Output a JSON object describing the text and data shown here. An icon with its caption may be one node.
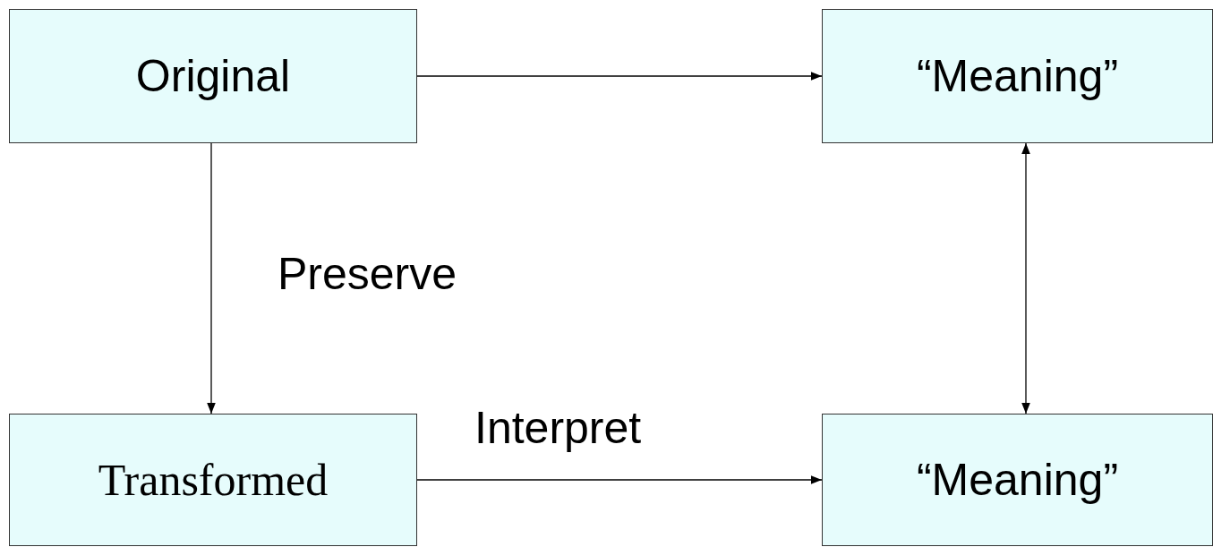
{
  "diagram": {
    "nodes": [
      {
        "text": [
          "Original"
        ]
      },
      {
        "text": [
          "“Meaning”"
        ]
      },
      {
        "text": [
          "Transformed"
        ]
      },
      {
        "text": [
          "“Meaning”"
        ]
      }
    ],
    "edges": [
      {
        "from": 0,
        "to": 1,
        "arrow": "to"
      },
      {
        "from": 0,
        "to": 2,
        "arrow": "to"
      },
      {
        "from": 1,
        "to": 3,
        "arrow": "both"
      },
      {
        "from": 2,
        "to": 3,
        "arrow": "to",
        "label": "Interpret"
      }
    ],
    "labels": [
      "Preserve"
    ]
  }
}
